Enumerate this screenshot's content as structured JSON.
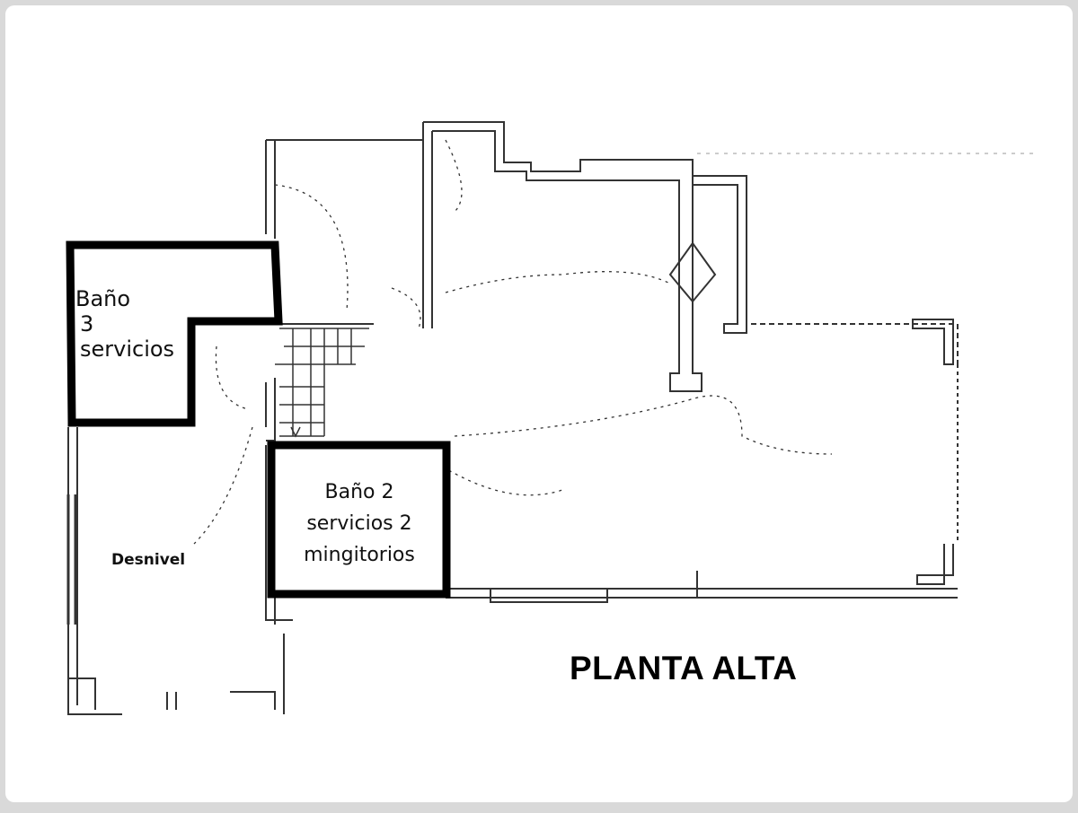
{
  "plan": {
    "title": "PLANTA ALTA",
    "rooms": {
      "bano_3": {
        "line1": "Baño",
        "line2": "3",
        "line3": "servicios"
      },
      "bano_2": {
        "line1": "Baño 2",
        "line2": "servicios 2",
        "line3": "mingitorios"
      },
      "desnivel": "Desnivel"
    }
  }
}
